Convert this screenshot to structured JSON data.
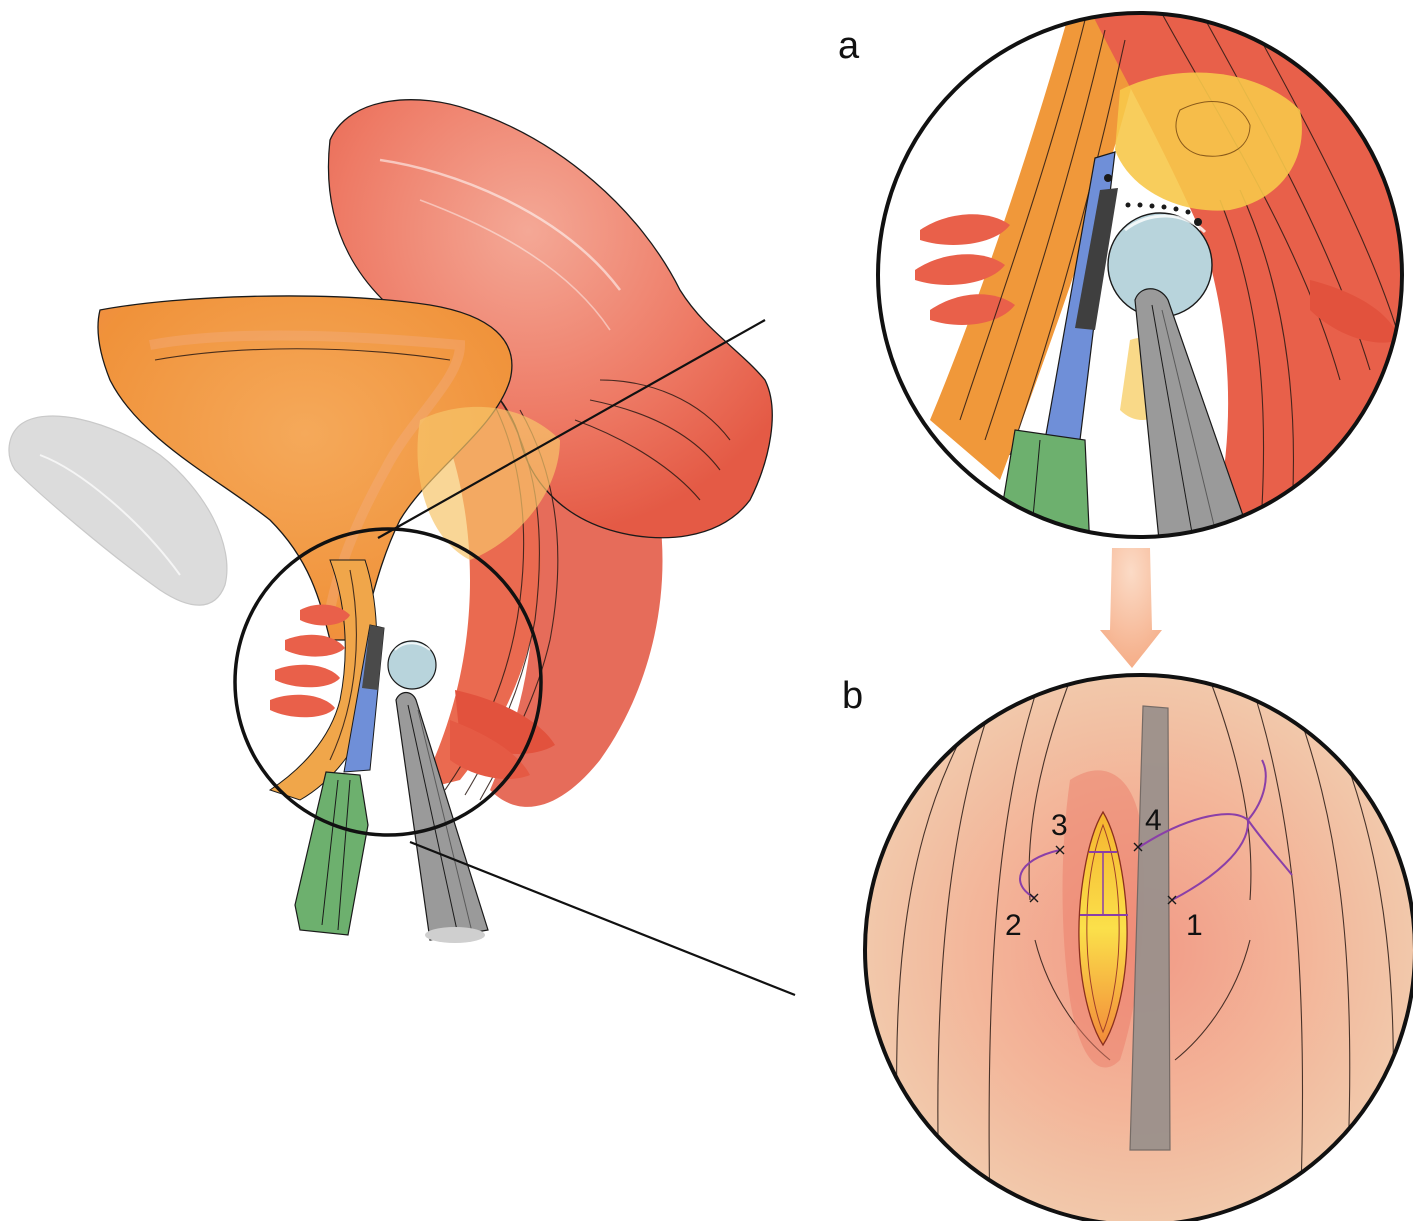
{
  "panels": {
    "a": {
      "label": "a"
    },
    "b": {
      "label": "b"
    }
  },
  "suture_points": {
    "p1": "1",
    "p2": "2",
    "p3": "3",
    "p4": "4"
  },
  "colors": {
    "tissue_red": "#e8604a",
    "tissue_light": "#f2a08a",
    "bladder_orange": "#f0983a",
    "mucosa_yellow": "#f7c84a",
    "bone_gray": "#d9d9d9",
    "speculum_green": "#6db06e",
    "probe_blue": "#6f8fd8",
    "instrument_gray": "#9a9a9a",
    "balloon_blue": "#b8d4dc",
    "suture_purple": "#8a3fa8",
    "arrow_peach": "#f4b48c",
    "outline": "#1a1a1a"
  }
}
